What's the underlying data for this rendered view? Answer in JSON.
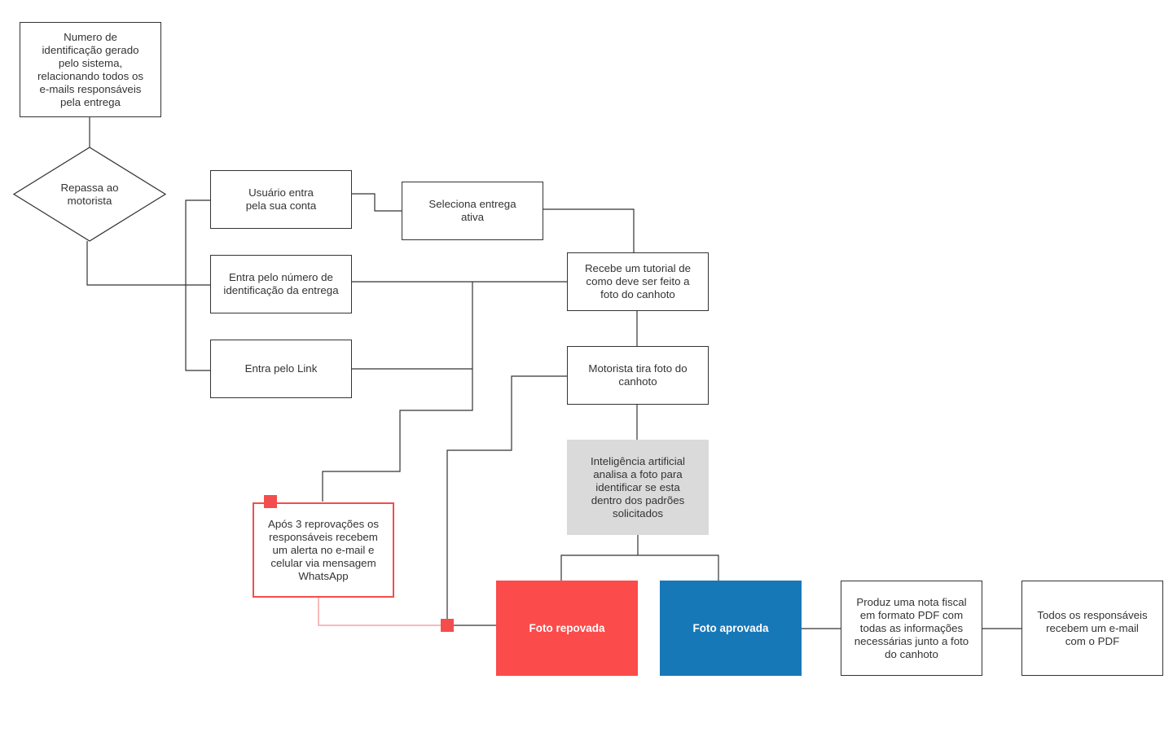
{
  "colors": {
    "line": "#333333",
    "alert_red": "#f44d4d",
    "rejected_fill": "#fb4b4b",
    "approved_fill": "#1778b8",
    "ai_fill": "#dadada"
  },
  "nodes": {
    "id_number": "Numero de\nidentificação gerado\npelo sistema,\nrelacionando todos os\ne-mails responsáveis\npela entrega",
    "decision": "Repassa ao\nmotorista",
    "user_account": "Usuário entra\npela sua conta",
    "select_delivery": "Seleciona entrega\nativa",
    "enter_by_id": "Entra pelo número de\nidentificação da entrega",
    "tutorial": "Recebe um tutorial de\ncomo deve ser feito a\nfoto do canhoto",
    "enter_by_link": "Entra pelo Link",
    "driver_photo": "Motorista tira foto do\ncanhoto",
    "ai_analysis": "Inteligência artificial\nanalisa a foto para\nidentificar se esta\ndentro dos padrões\nsolicitados",
    "alert": "Após 3 reprovações os\nresponsáveis recebem\num alerta no e-mail e\ncelular via mensagem\nWhatsApp",
    "photo_rejected": "Foto repovada",
    "photo_approved": "Foto aprovada",
    "invoice": "Produz uma nota fiscal\nem formato PDF com\ntodas as informações\nnecessárias junto a foto\ndo canhoto",
    "email_pdf": "Todos os responsáveis\nrecebem um e-mail\ncom o PDF"
  }
}
